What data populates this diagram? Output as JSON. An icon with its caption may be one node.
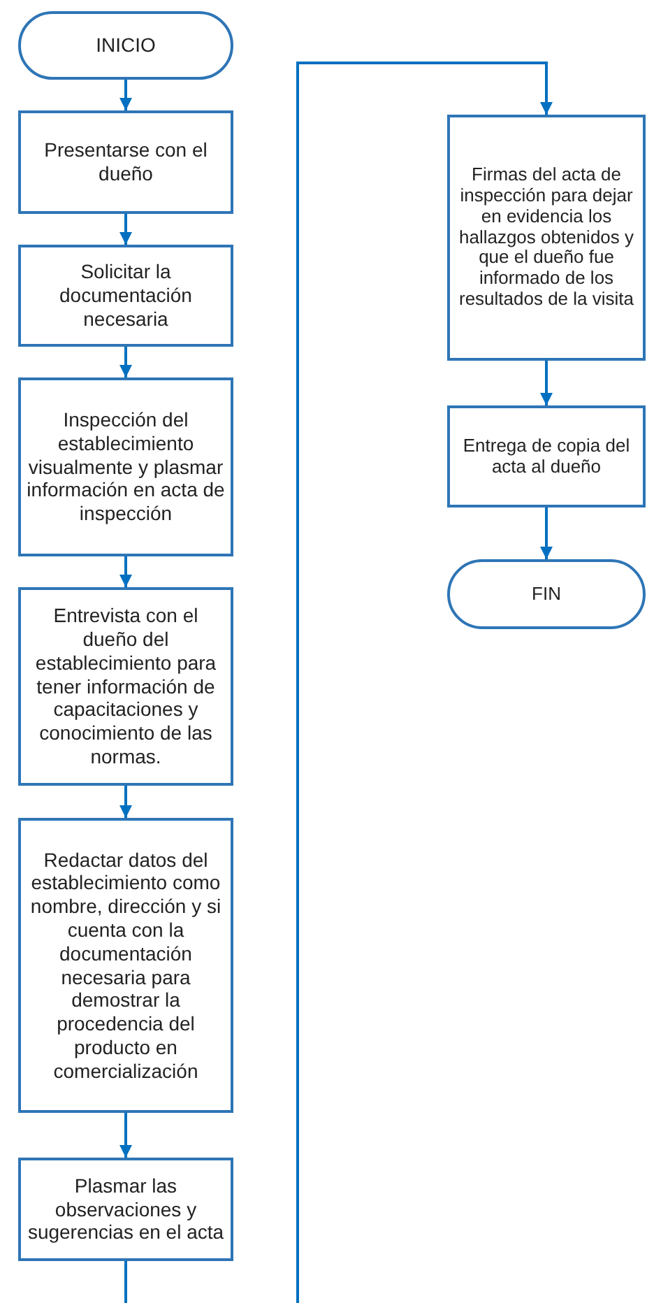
{
  "diagram": {
    "nodes": [
      {
        "text": [
          "INICIO"
        ]
      },
      {
        "text": [
          "Presentarse con el dueño"
        ]
      },
      {
        "text": [
          "Solicitar la documentación necesaria"
        ]
      },
      {
        "text": [
          "Inspección del establecimiento visualmente y plasmar información en acta de inspección"
        ]
      },
      {
        "text": [
          "Entrevista con el dueño del establecimiento para tener información de capacitaciones y conocimiento de las normas."
        ]
      },
      {
        "text": [
          "Redactar datos del establecimiento como nombre, dirección y si cuenta con la documentación necesaria para demostrar la procedencia del producto en comercialización"
        ]
      },
      {
        "text": [
          "Plasmar las observaciones y sugerencias en el acta"
        ]
      },
      {
        "text": [
          "Firmas del acta de inspección para dejar en evidencia los hallazgos obtenidos y que el dueño fue informado de los resultados de la visita"
        ]
      },
      {
        "text": [
          "Entrega de copia del acta al dueño"
        ]
      },
      {
        "text": [
          "FIN"
        ]
      }
    ],
    "edges": [
      {
        "from": 0,
        "to": 1,
        "arrow": "to"
      },
      {
        "from": 1,
        "to": 2,
        "arrow": "to"
      },
      {
        "from": 2,
        "to": 3,
        "arrow": "to"
      },
      {
        "from": 3,
        "to": 4,
        "arrow": "to"
      },
      {
        "from": 4,
        "to": 5,
        "arrow": "to"
      },
      {
        "from": 5,
        "to": 6,
        "arrow": "to"
      },
      {
        "from": 6,
        "to": null,
        "arrow": "none"
      },
      {
        "from": null,
        "to": 7,
        "arrow": "to"
      },
      {
        "from": 7,
        "to": 8,
        "arrow": "to"
      },
      {
        "from": 8,
        "to": 9,
        "arrow": "to"
      }
    ]
  }
}
